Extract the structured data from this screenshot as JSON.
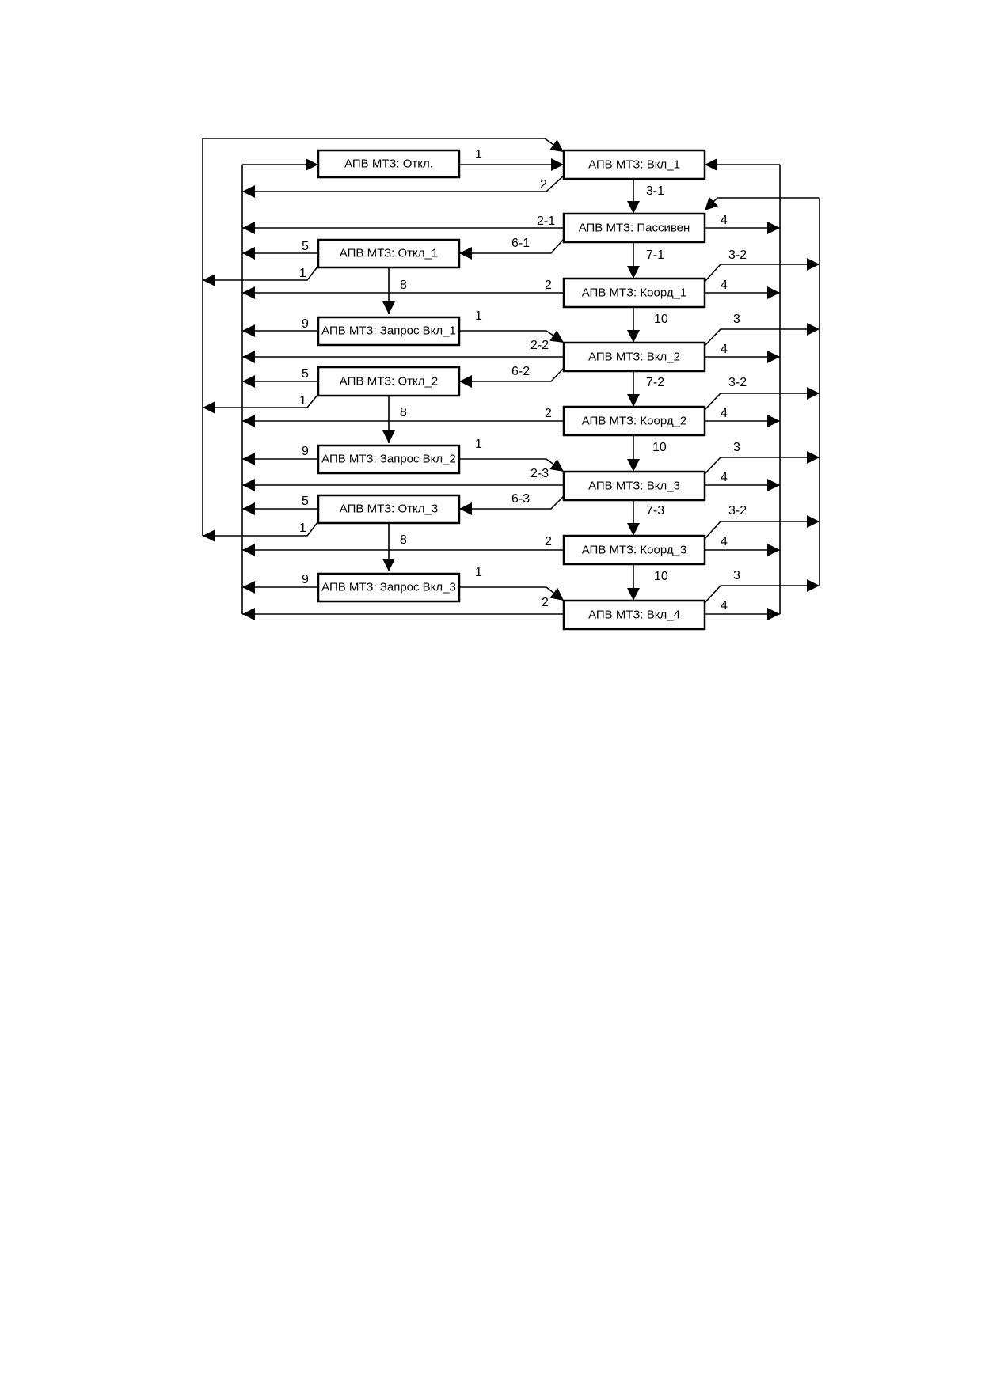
{
  "diagram": {
    "boxes": {
      "otkl": "АПВ МТЗ: Откл.",
      "vkl1": "АПВ МТЗ: Вкл_1",
      "passiven": "АПВ МТЗ: Пассивен",
      "otkl_1": "АПВ МТЗ: Откл_1",
      "koord1": "АПВ МТЗ: Коорд_1",
      "zapros1": "АПВ МТЗ: Запрос Вкл_1",
      "vkl2": "АПВ МТЗ: Вкл_2",
      "otkl_2": "АПВ МТЗ: Откл_2",
      "koord2": "АПВ МТЗ: Коорд_2",
      "zapros2": "АПВ МТЗ: Запрос Вкл_2",
      "vkl3": "АПВ МТЗ: Вкл_3",
      "otkl_3": "АПВ МТЗ: Откл_3",
      "koord3": "АПВ МТЗ: Коорд_3",
      "zapros3": "АПВ МТЗ: Запрос Вкл_3",
      "vkl4": "АПВ МТЗ: Вкл_4"
    },
    "transitions": {
      "t1_top": "1",
      "t2_top": "2",
      "t3_1": "3-1",
      "t2_1": "2-1",
      "t4_p": "4",
      "t5_a": "5",
      "t6_1": "6-1",
      "t7_1": "7-1",
      "t3_2a": "3-2",
      "t1_a": "1",
      "t8_a": "8",
      "t2_k1": "2",
      "t4_k1": "4",
      "t9_a": "9",
      "t1_z1": "1",
      "t10_a": "10",
      "t3_a": "3",
      "t2_2": "2-2",
      "t4_v2": "4",
      "t5_b": "5",
      "t6_2": "6-2",
      "t7_2": "7-2",
      "t3_2b": "3-2",
      "t1_b": "1",
      "t8_b": "8",
      "t2_k2": "2",
      "t4_k2": "4",
      "t9_b": "9",
      "t1_z2": "1",
      "t10_b": "10",
      "t3_b": "3",
      "t2_3": "2-3",
      "t4_v3": "4",
      "t5_c": "5",
      "t6_3": "6-3",
      "t7_3": "7-3",
      "t3_2c": "3-2",
      "t1_c": "1",
      "t8_c": "8",
      "t2_k3": "2",
      "t4_k3": "4",
      "t9_c": "9",
      "t1_z3": "1",
      "t10_c": "10",
      "t3_c": "3",
      "t2_v4": "2",
      "t4_v4": "4"
    }
  }
}
